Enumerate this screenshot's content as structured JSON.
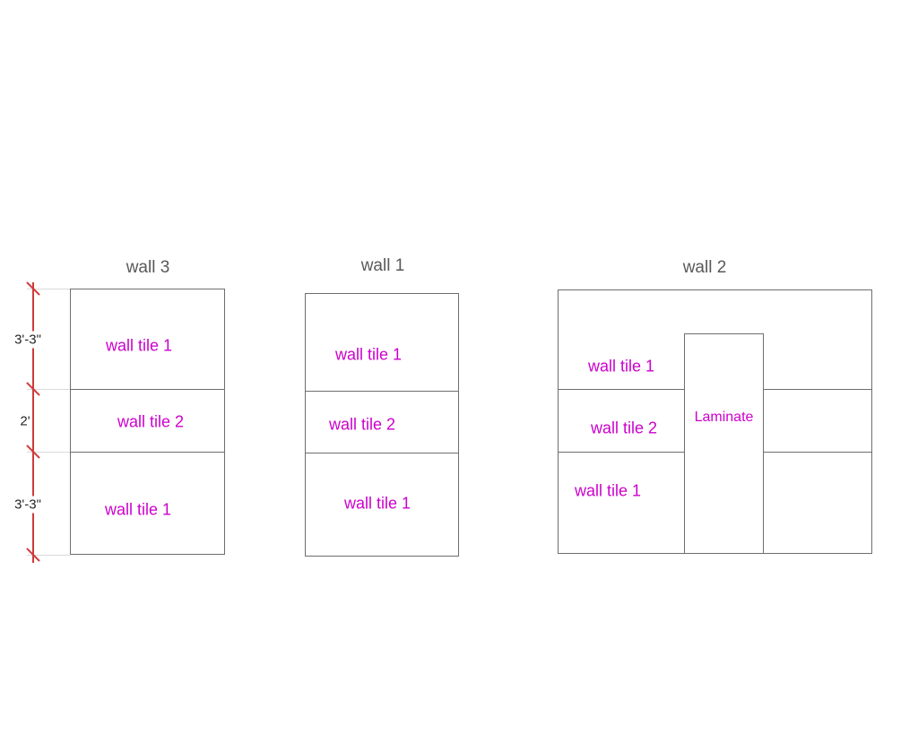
{
  "drawing": {
    "walls": [
      {
        "title": "wall 3",
        "tiles": [
          "wall tile 1",
          "wall tile 2",
          "wall tile 1"
        ]
      },
      {
        "title": "wall 1",
        "tiles": [
          "wall tile 1",
          "wall tile 2",
          "wall tile 1"
        ]
      },
      {
        "title": "wall 2",
        "tiles": [
          "wall tile 1",
          "wall tile 2",
          "wall tile 1"
        ],
        "column_label": "Laminate"
      }
    ],
    "dimension_labels": [
      "3'-3\"",
      "2'",
      "3'-3\""
    ]
  },
  "colors": {
    "tile_label": "#cc00cc",
    "dimension_line": "#cf3a3a",
    "wall_border": "#6e6e6e",
    "title_text": "#595959",
    "dimension_text": "#262626",
    "extension_line": "#d9d9d9"
  }
}
